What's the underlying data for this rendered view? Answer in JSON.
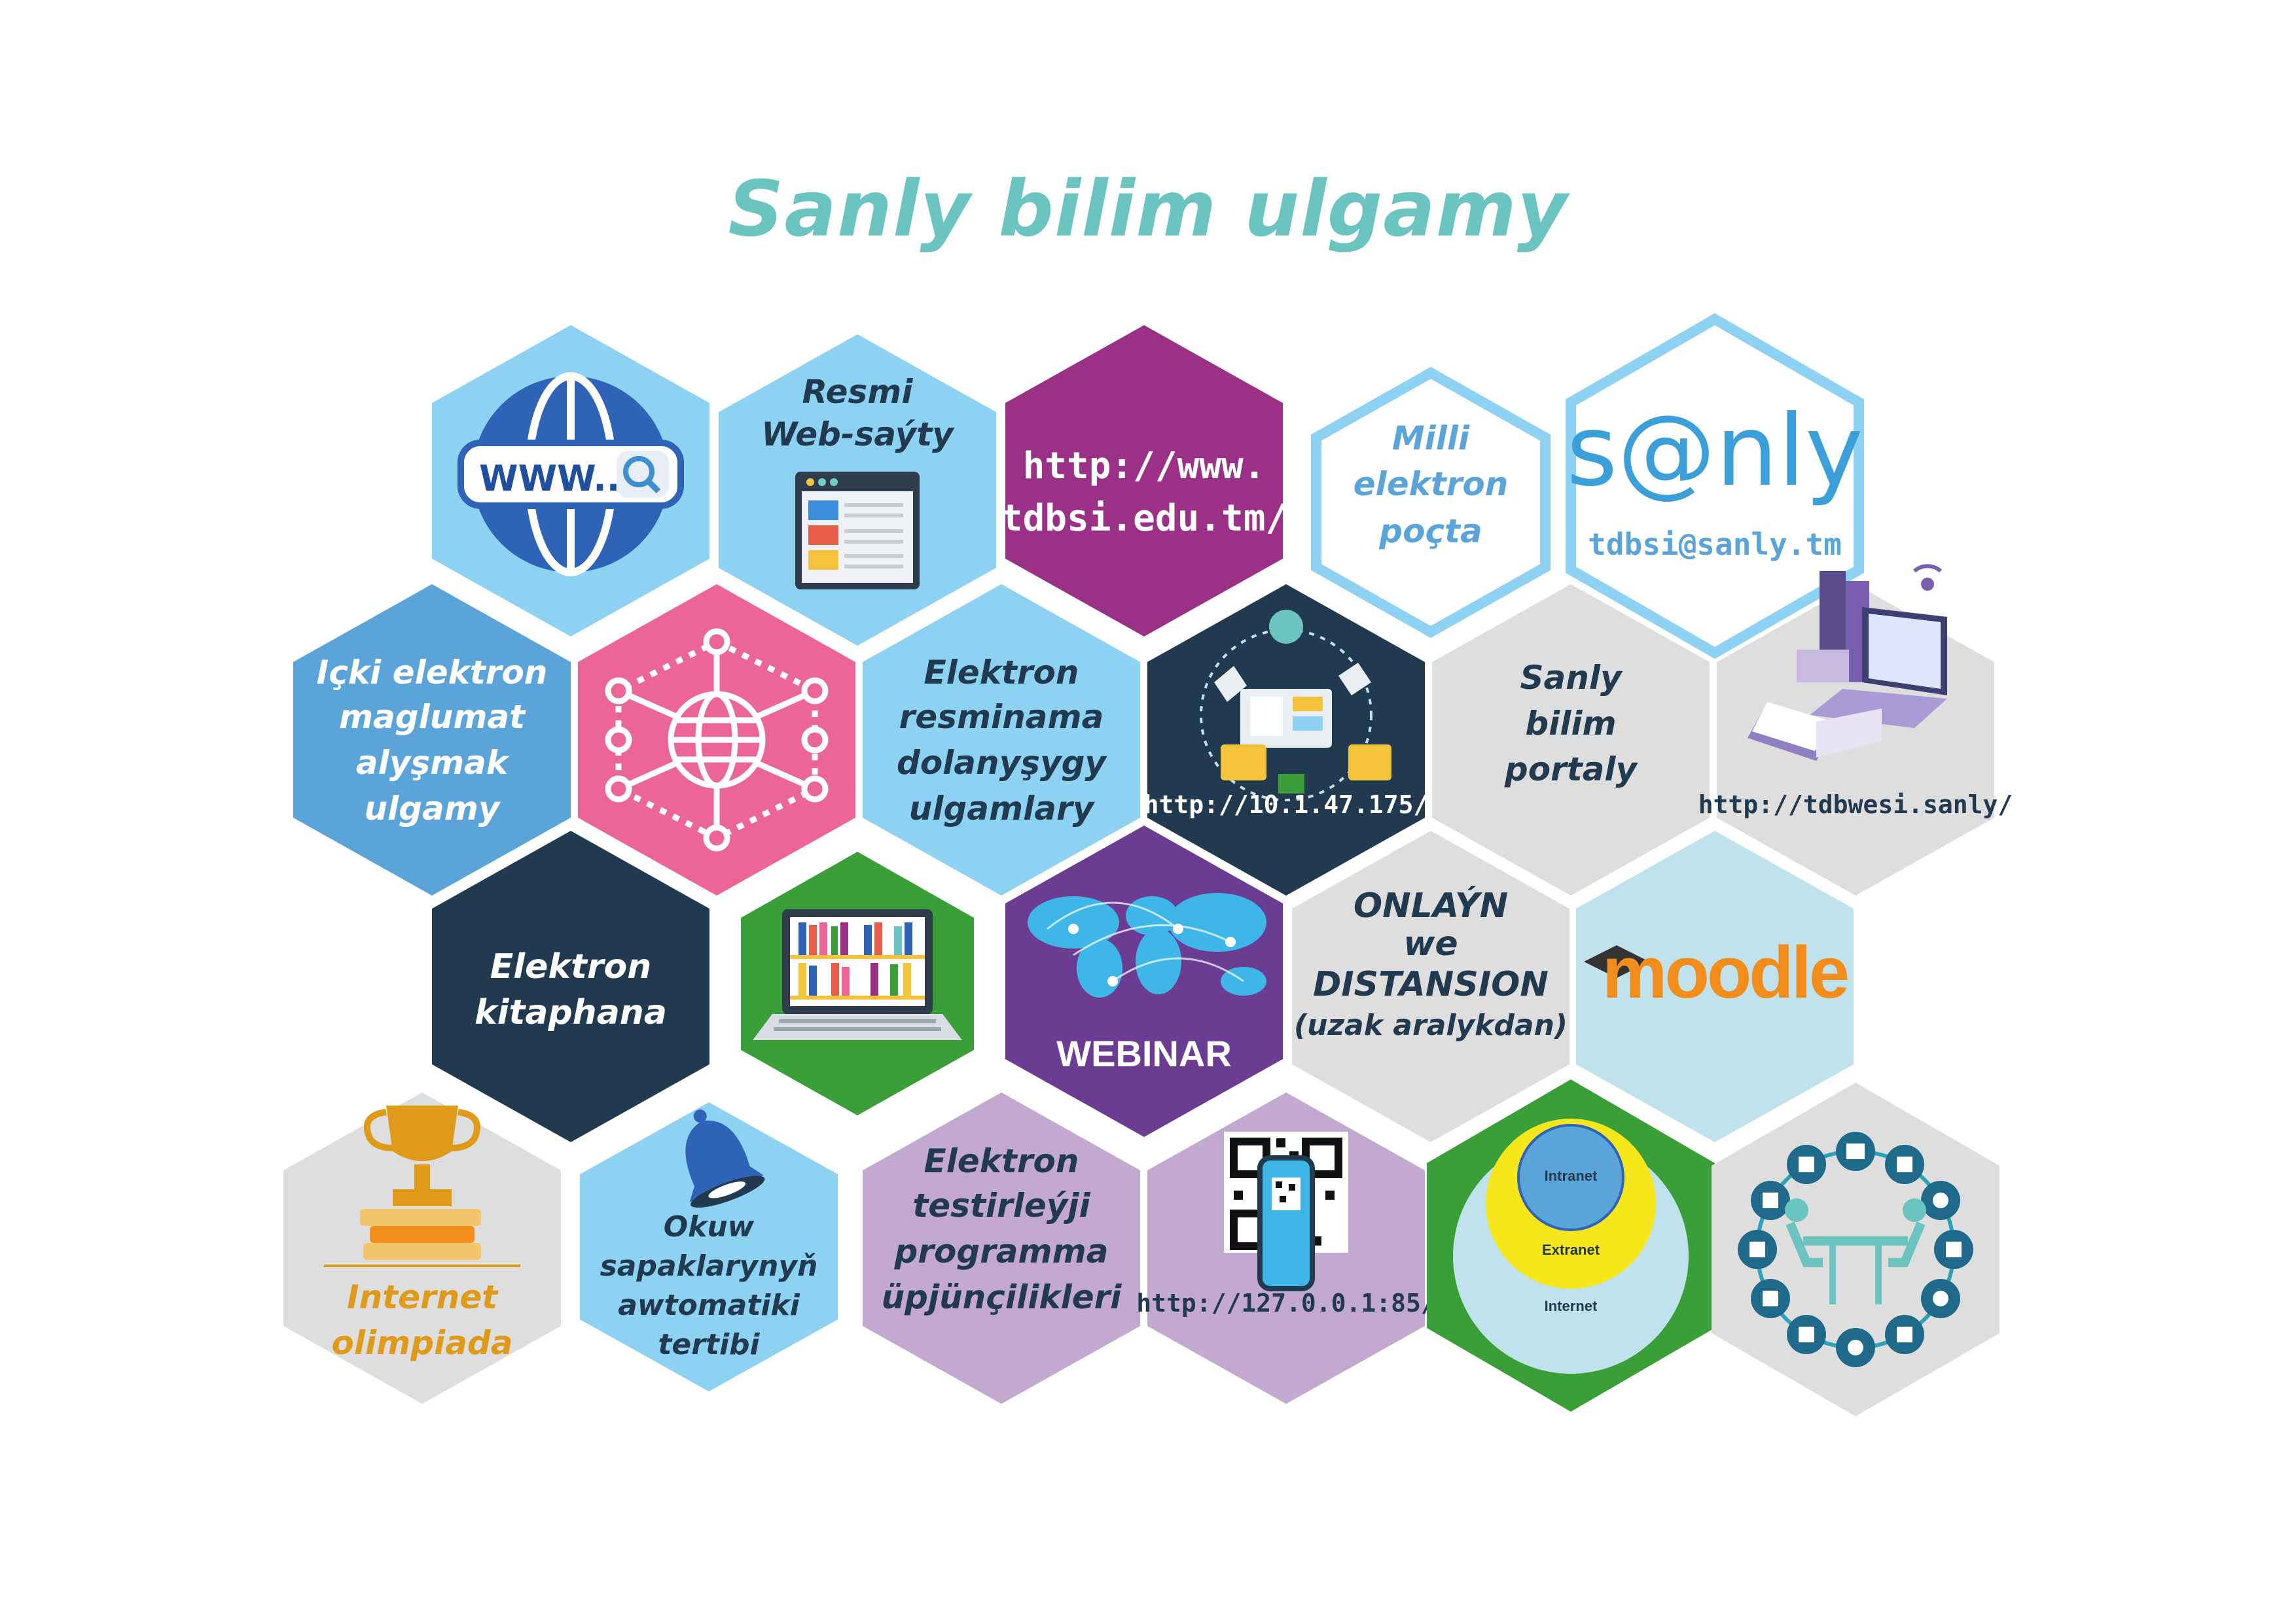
{
  "title": "Sanly bilim ulgamy",
  "colors": {
    "title": "#6cc4c1",
    "light_blue": "#8dd1f3",
    "mid_blue": "#5aa4d9",
    "purple": "#9a3186",
    "navy": "#213a50",
    "pink": "#ec6598",
    "grey": "#dedede",
    "lilac": "#c3a8cf",
    "green": "#3a9f38",
    "webinar": "#6a3d93",
    "pale_blue": "#bfe2ec",
    "orange": "#f28c1b",
    "gold": "#e09a1a"
  },
  "cells": {
    "www": {
      "icon": "globe-www-icon",
      "text": "WWW..."
    },
    "official_site": {
      "line1": "Resmi",
      "line2": "Web-saýty",
      "icon": "browser-window-icon"
    },
    "site_url": {
      "line1": "http://www.",
      "line2": "tdbsi.edu.tm/"
    },
    "email": {
      "line1": "Milli",
      "line2": "elektron",
      "line3": "poçta"
    },
    "sanly": {
      "logo": "s@nly",
      "address": "tdbsi@sanly.tm"
    },
    "internal_exchange": {
      "line1": "Içki elektron",
      "line2": "maglumat",
      "line3": "alyşmak",
      "line4": "ulgamy"
    },
    "network": {
      "icon": "network-globe-icon"
    },
    "doc_flow": {
      "line1": "Elektron",
      "line2": "resminama",
      "line3": "dolanyşygy",
      "line4": "ulgamlary"
    },
    "doc_server": {
      "icon": "document-exchange-icon",
      "url": "http://10.1.47.175/"
    },
    "portal": {
      "line1": "Sanly",
      "line2": "bilim",
      "line3": "portaly"
    },
    "portal_url": {
      "icon": "laptop-books-icon",
      "url": "http://tdbwesi.sanly/"
    },
    "library": {
      "line1": "Elektron",
      "line2": "kitaphana"
    },
    "library_icon": {
      "icon": "laptop-bookshelf-icon"
    },
    "webinar": {
      "label": "WEBINAR",
      "icon": "world-map-icon"
    },
    "online": {
      "line1": "ONLAÝN",
      "line2": "we",
      "line3": "DISTANSION",
      "line4": "(uzak aralykdan)"
    },
    "moodle": {
      "logo": "moodle"
    },
    "olympiad": {
      "icon": "trophy-books-icon",
      "line1": "Internet",
      "line2": "olimpiada"
    },
    "schedule": {
      "icon": "bell-icon",
      "line1": "Okuw",
      "line2": "sapaklarynyň",
      "line3": "awtomatiki",
      "line4": "tertibi"
    },
    "testing": {
      "line1": "Elektron",
      "line2": "testirleýji",
      "line3": "programma",
      "line4": "üpjünçilikleri"
    },
    "test_url": {
      "icon": "qr-phone-icon",
      "url": "http://127.0.0.1:85/"
    },
    "nets": {
      "inner": "Intranet",
      "middle": "Extranet",
      "outer": "Internet"
    },
    "elearning": {
      "icon": "elearning-circle-icon"
    }
  }
}
